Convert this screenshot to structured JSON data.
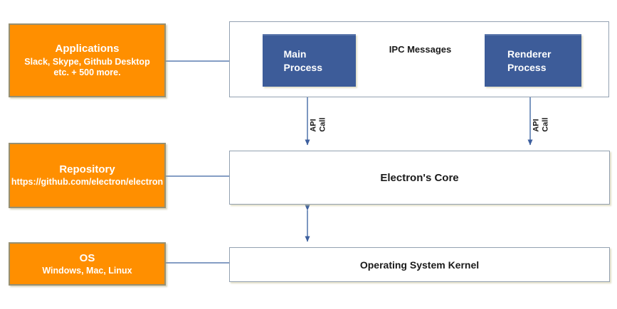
{
  "diagram": {
    "left_column": [
      {
        "title": "Applications",
        "subtitle": "Slack, Skype, Github Desktop etc. + 500 more."
      },
      {
        "title": "Repository",
        "subtitle": "https://github.com/electron/electron"
      },
      {
        "title": "OS",
        "subtitle": "Windows, Mac, Linux"
      }
    ],
    "processes": {
      "main": "Main Process",
      "renderer": "Renderer Process"
    },
    "labels": {
      "ipc": "IPC Messages",
      "api_call_left": "API Call",
      "api_call_right": "API Call"
    },
    "core": "Electron's Core",
    "kernel": "Operating System Kernel",
    "colors": {
      "orange_fill": "#FF8F00",
      "orange_border": "#979072",
      "blue_fill": "#3D5C99",
      "white_box_border": "#93A1B1",
      "line": "#5B7DB1",
      "arrowhead": "#3D5F9E",
      "text_dark": "#1A1A1A",
      "text_light": "#FFFFFF"
    },
    "edges": [
      {
        "from": "applications-box",
        "to": "process-container",
        "arrows": "none"
      },
      {
        "from": "main-process-box",
        "to": "renderer-process-box",
        "label": "IPC Messages",
        "arrows": "both"
      },
      {
        "from": "main-process-box",
        "to": "electrons-core-box",
        "label": "API Call",
        "arrows": "end"
      },
      {
        "from": "renderer-process-box",
        "to": "electrons-core-box",
        "label": "API Call",
        "arrows": "end"
      },
      {
        "from": "repository-box",
        "to": "electrons-core-box",
        "arrows": "none"
      },
      {
        "from": "electrons-core-box",
        "to": "os-kernel-box",
        "arrows": "both"
      },
      {
        "from": "os-box",
        "to": "os-kernel-box",
        "arrows": "none"
      }
    ]
  }
}
